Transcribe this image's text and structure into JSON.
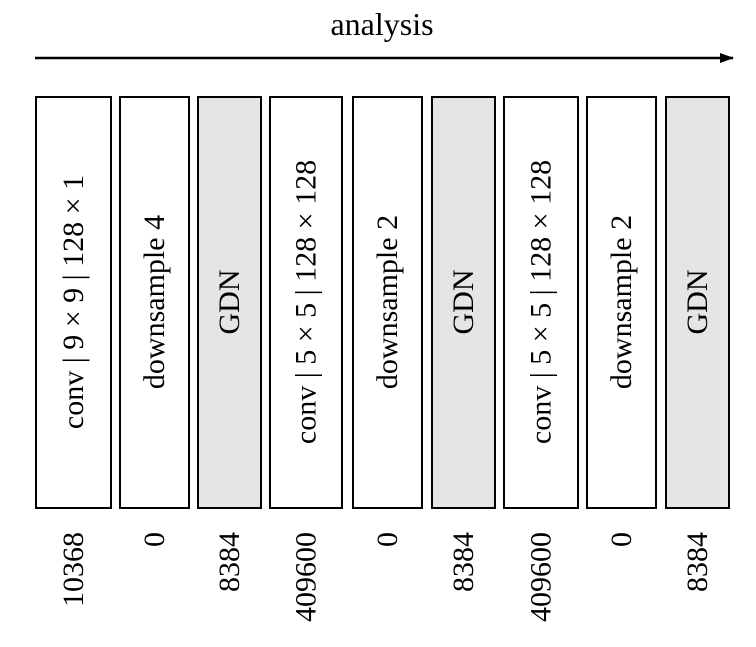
{
  "header": {
    "title": "analysis"
  },
  "colors": {
    "stroke": "#000000",
    "plain_fill": "#ffffff",
    "gdn_fill": "#e5e5e5"
  },
  "layers": [
    {
      "label": "conv | 9 × 9 | 128 × 1",
      "params": "10368",
      "kind": "conv"
    },
    {
      "label": "downsample 4",
      "params": "0",
      "kind": "downsample"
    },
    {
      "label": "GDN",
      "params": "8384",
      "kind": "gdn"
    },
    {
      "label": "conv | 5 × 5 | 128 × 128",
      "params": "409600",
      "kind": "conv"
    },
    {
      "label": "downsample 2",
      "params": "0",
      "kind": "downsample"
    },
    {
      "label": "GDN",
      "params": "8384",
      "kind": "gdn"
    },
    {
      "label": "conv | 5 × 5 | 128 × 128",
      "params": "409600",
      "kind": "conv"
    },
    {
      "label": "downsample 2",
      "params": "0",
      "kind": "downsample"
    },
    {
      "label": "GDN",
      "params": "8384",
      "kind": "gdn"
    }
  ]
}
